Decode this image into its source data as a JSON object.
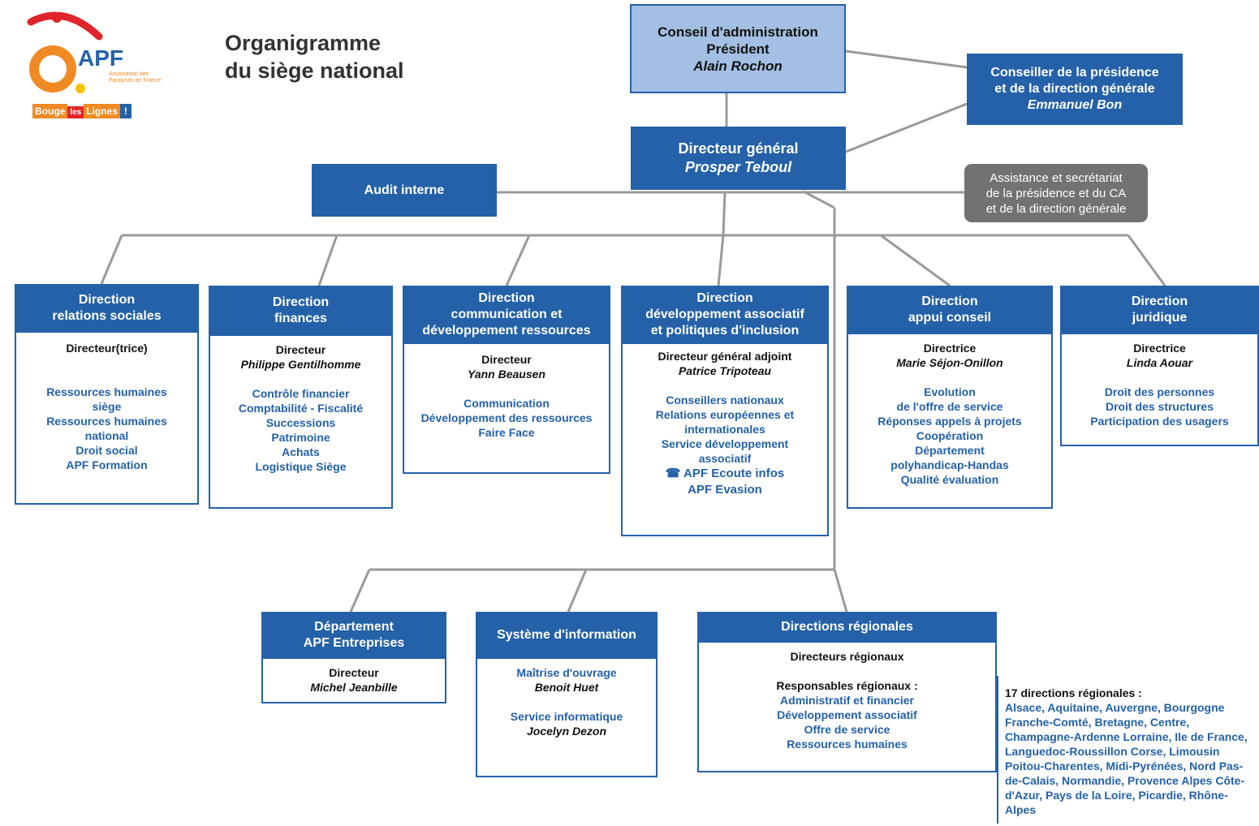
{
  "logo": {
    "brand": "APF",
    "tagline": "Association des Paralysés de France",
    "slogan_bouge": "Bouge",
    "slogan_les": "les",
    "slogan_lignes": "Lignes",
    "slogan_bang": "!"
  },
  "title": {
    "line1": "Organigramme",
    "line2": "du siège national"
  },
  "top": {
    "conseil": {
      "line1": "Conseil d'administration",
      "line2": "Président",
      "name": "Alain Rochon"
    },
    "conseiller": {
      "line1": "Conseiller de la présidence",
      "line2": "et de la direction générale",
      "name": "Emmanuel Bon"
    },
    "dg": {
      "line1": "Directeur général",
      "name": "Prosper Teboul"
    },
    "audit": "Audit interne",
    "assistance": {
      "line1": "Assistance et secrétariat",
      "line2": "de la présidence et du CA",
      "line3": "et de la direction générale"
    }
  },
  "directions": [
    {
      "h1": "Direction",
      "h2": "relations sociales",
      "h3": "",
      "role": "Directeur(trice)",
      "name": "",
      "items": [
        "Ressources humaines",
        "siège",
        "Ressources humaines",
        "national",
        "Droit social",
        "APF Formation"
      ]
    },
    {
      "h1": "Direction",
      "h2": "finances",
      "h3": "",
      "role": "Directeur",
      "name": "Philippe Gentilhomme",
      "items": [
        "Contrôle financier",
        "Comptabilité - Fiscalité",
        "Successions",
        "Patrimoine",
        "Achats",
        "Logistique Siège"
      ]
    },
    {
      "h1": "Direction",
      "h2": "communication et",
      "h3": "développement ressources",
      "role": "Directeur",
      "name": "Yann Beausen",
      "items": [
        "Communication",
        "Développement des ressources",
        "Faire Face"
      ]
    },
    {
      "h1": "Direction",
      "h2": "développement associatif",
      "h3": "et politiques d'inclusion",
      "role": "Directeur général adjoint",
      "name": "Patrice Tripoteau",
      "items": [
        "Conseillers nationaux",
        "Relations européennes et",
        "internationales",
        "Service développement",
        "associatif"
      ],
      "extra1": "APF Ecoute infos",
      "extra2": "APF Evasion"
    },
    {
      "h1": "Direction",
      "h2": "appui conseil",
      "h3": "",
      "role": "Directrice",
      "name": "Marie Séjon-Onillon",
      "items": [
        "Evolution",
        "de l'offre de service",
        "Réponses appels à projets",
        "Coopération",
        "Département",
        "polyhandicap-Handas",
        "Qualité évaluation"
      ]
    },
    {
      "h1": "Direction",
      "h2": "juridique",
      "h3": "",
      "role": "Directrice",
      "name": "Linda Aouar",
      "items": [
        "Droit des personnes",
        "Droit des structures",
        "Participation des usagers"
      ]
    }
  ],
  "bottom": {
    "entreprises": {
      "h1": "Département",
      "h2": "APF Entreprises",
      "role": "Directeur",
      "name": "Michel Jeanbille"
    },
    "si": {
      "h1": "Système d'information",
      "item1": "Maîtrise d'ouvrage",
      "name1": "Benoit Huet",
      "item2": "Service informatique",
      "name2": "Jocelyn Dezon"
    },
    "regions": {
      "h1": "Directions régionales",
      "role": "Directeurs régionaux",
      "role2": "Responsables régionaux :",
      "items": [
        "Administratif et financier",
        "Développement associatif",
        "Offre de service",
        "Ressources humaines"
      ]
    }
  },
  "regions_note": {
    "label": "17 directions régionales :",
    "text": "Alsace, Aquitaine, Auvergne, Bourgogne Franche-Comté, Bretagne, Centre, Champagne-Ardenne Lorraine, Ile de France, Languedoc-Roussillon Corse, Limousin Poitou-Charentes, Midi-Pyrénées, Nord Pas-de-Calais, Normandie, Provence Alpes Côte-d'Azur, Pays de la Loire, Picardie, Rhône-Alpes"
  },
  "icons": {
    "phone": "phone-icon"
  },
  "colors": {
    "blue": "#2461a8",
    "light_blue": "#a3bfe3",
    "grey": "#727272",
    "line": "#9a9a9a",
    "orange": "#f08a24",
    "red": "#e0242a"
  }
}
